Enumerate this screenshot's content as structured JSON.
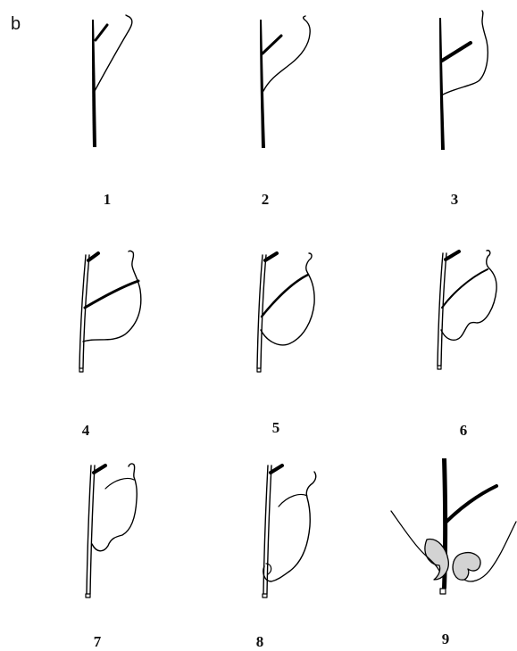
{
  "figure": {
    "panel_label": "b",
    "stages": [
      {
        "label": "1"
      },
      {
        "label": "2"
      },
      {
        "label": "3"
      },
      {
        "label": "4"
      },
      {
        "label": "5"
      },
      {
        "label": "6"
      },
      {
        "label": "7"
      },
      {
        "label": "8"
      },
      {
        "label": "9"
      }
    ],
    "colors": {
      "line": "#000000",
      "fill_grey": "#d3d3d3",
      "background": "#ffffff"
    }
  }
}
